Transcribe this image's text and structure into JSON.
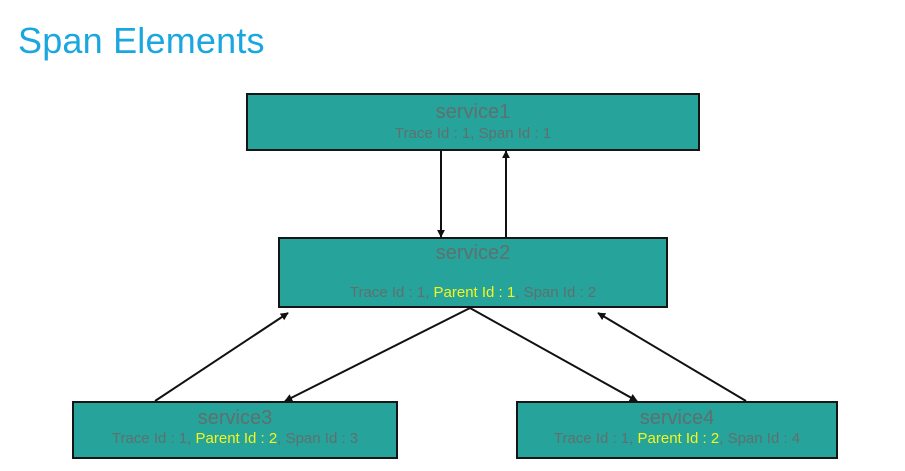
{
  "title": "Span Elements",
  "colors": {
    "title": "#1aa7e0",
    "box_fill": "#26a39a",
    "box_border": "#151515",
    "box_text": "#5f706e",
    "parent_highlight": "#f5f51e",
    "connector": "#111111"
  },
  "nodes": [
    {
      "name": "service1",
      "trace": "Trace Id : 1",
      "sep1": ", ",
      "parent": "",
      "sep2": "",
      "span": "Span Id : 1"
    },
    {
      "name": "service2",
      "trace": "Trace Id : 1",
      "sep1": ", ",
      "parent": "Parent Id : 1",
      "sep2": ", ",
      "span": "Span Id : 2"
    },
    {
      "name": "service3",
      "trace": "Trace Id : 1",
      "sep1": ", ",
      "parent": "Parent Id : 2",
      "sep2": ", ",
      "span": "Span Id : 3"
    },
    {
      "name": "service4",
      "trace": "Trace Id : 1",
      "sep1": ", ",
      "parent": "Parent Id : 2",
      "sep2": ", ",
      "span": "Span Id : 4"
    }
  ],
  "edges": [
    {
      "from": "service1",
      "to": "service2",
      "direction": "request"
    },
    {
      "from": "service2",
      "to": "service1",
      "direction": "response"
    },
    {
      "from": "service2",
      "to": "service3",
      "direction": "request"
    },
    {
      "from": "service3",
      "to": "service2",
      "direction": "response"
    },
    {
      "from": "service2",
      "to": "service4",
      "direction": "request"
    },
    {
      "from": "service4",
      "to": "service2",
      "direction": "response"
    }
  ]
}
